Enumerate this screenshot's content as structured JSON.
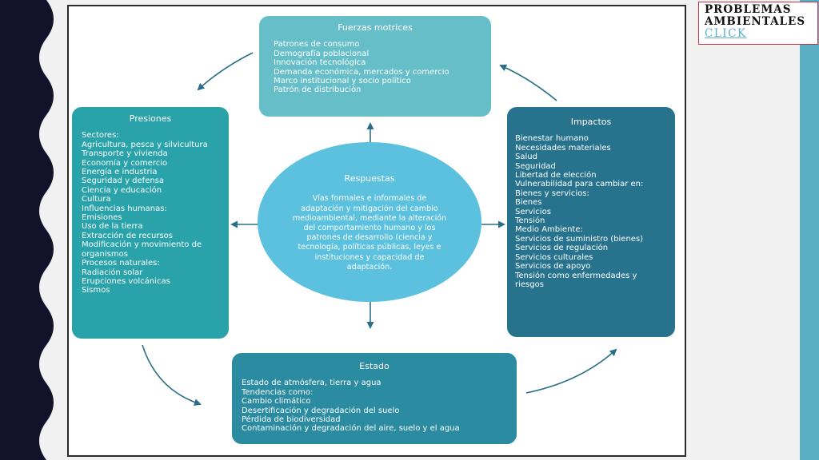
{
  "colors": {
    "fuerzas": "#66bfc8",
    "presiones": "#2aa2a9",
    "impactos": "#27738d",
    "estado": "#2a8ba1",
    "respuestas": "#5bc1de",
    "accent": "#5aafc3",
    "left_band": "#12122a"
  },
  "label": {
    "line1": "PROBLEMAS",
    "line2": "AMBIENTALES",
    "link": "CLICK"
  },
  "fuerzas": {
    "title": "Fuerzas motrices",
    "items": [
      "Patrones de consumo",
      "Demografía poblacional",
      "Innovación tecnológica",
      "Demanda económica, mercados y comercio",
      "Marco institucional y socio político",
      "Patrón de distribución"
    ]
  },
  "presiones": {
    "title": "Presiones",
    "sectores": [
      "Sectores:",
      "Agricultura, pesca y silvicultura",
      "Transporte y vivienda",
      "Economía y comercio",
      "Energía e industria",
      "Seguridad y defensa",
      "Ciencia y educación",
      "Cultura"
    ],
    "influencias": [
      "Influencias humanas:",
      "Emisiones",
      "Uso de la tierra",
      "Extracción de recursos",
      "Modificación y movimiento de",
      "organismos"
    ],
    "procesos": [
      "Procesos naturales:",
      "Radiación solar",
      "Erupciones volcánicas",
      "Sismos"
    ]
  },
  "impactos": {
    "title": "Impactos",
    "general": [
      "Bienestar humano",
      "Necesidades materiales",
      "Salud",
      "Seguridad",
      "Libertad de elección",
      "Vulnerabilidad para cambiar en:"
    ],
    "bienes": [
      "Bienes y servicios:",
      "Bienes",
      "Servicios",
      "Tensión"
    ],
    "medio": [
      "Medio Ambiente:",
      "Servicios de suministro (bienes)",
      "Servicios de regulación",
      "Servicios culturales",
      "Servicios de apoyo",
      "Tensión como enfermedades y",
      "riesgos"
    ]
  },
  "estado": {
    "title": "Estado",
    "items": [
      "Estado de atmósfera, tierra y agua",
      "Tendencias como:",
      "Cambio climático",
      "Desertificación y degradación del suelo",
      "Pérdida de biodiversidad",
      "Contaminación y degradación del aire, suelo y el agua"
    ]
  },
  "respuestas": {
    "title": "Respuestas",
    "text": "Vías formales  e informales de adaptación y mitigación del cambio medioambiental, mediante la alteración del comportamiento humano y los patrones de desarrollo (ciencia y tecnología, políticas públicas, leyes e instituciones y capacidad de adaptación."
  }
}
